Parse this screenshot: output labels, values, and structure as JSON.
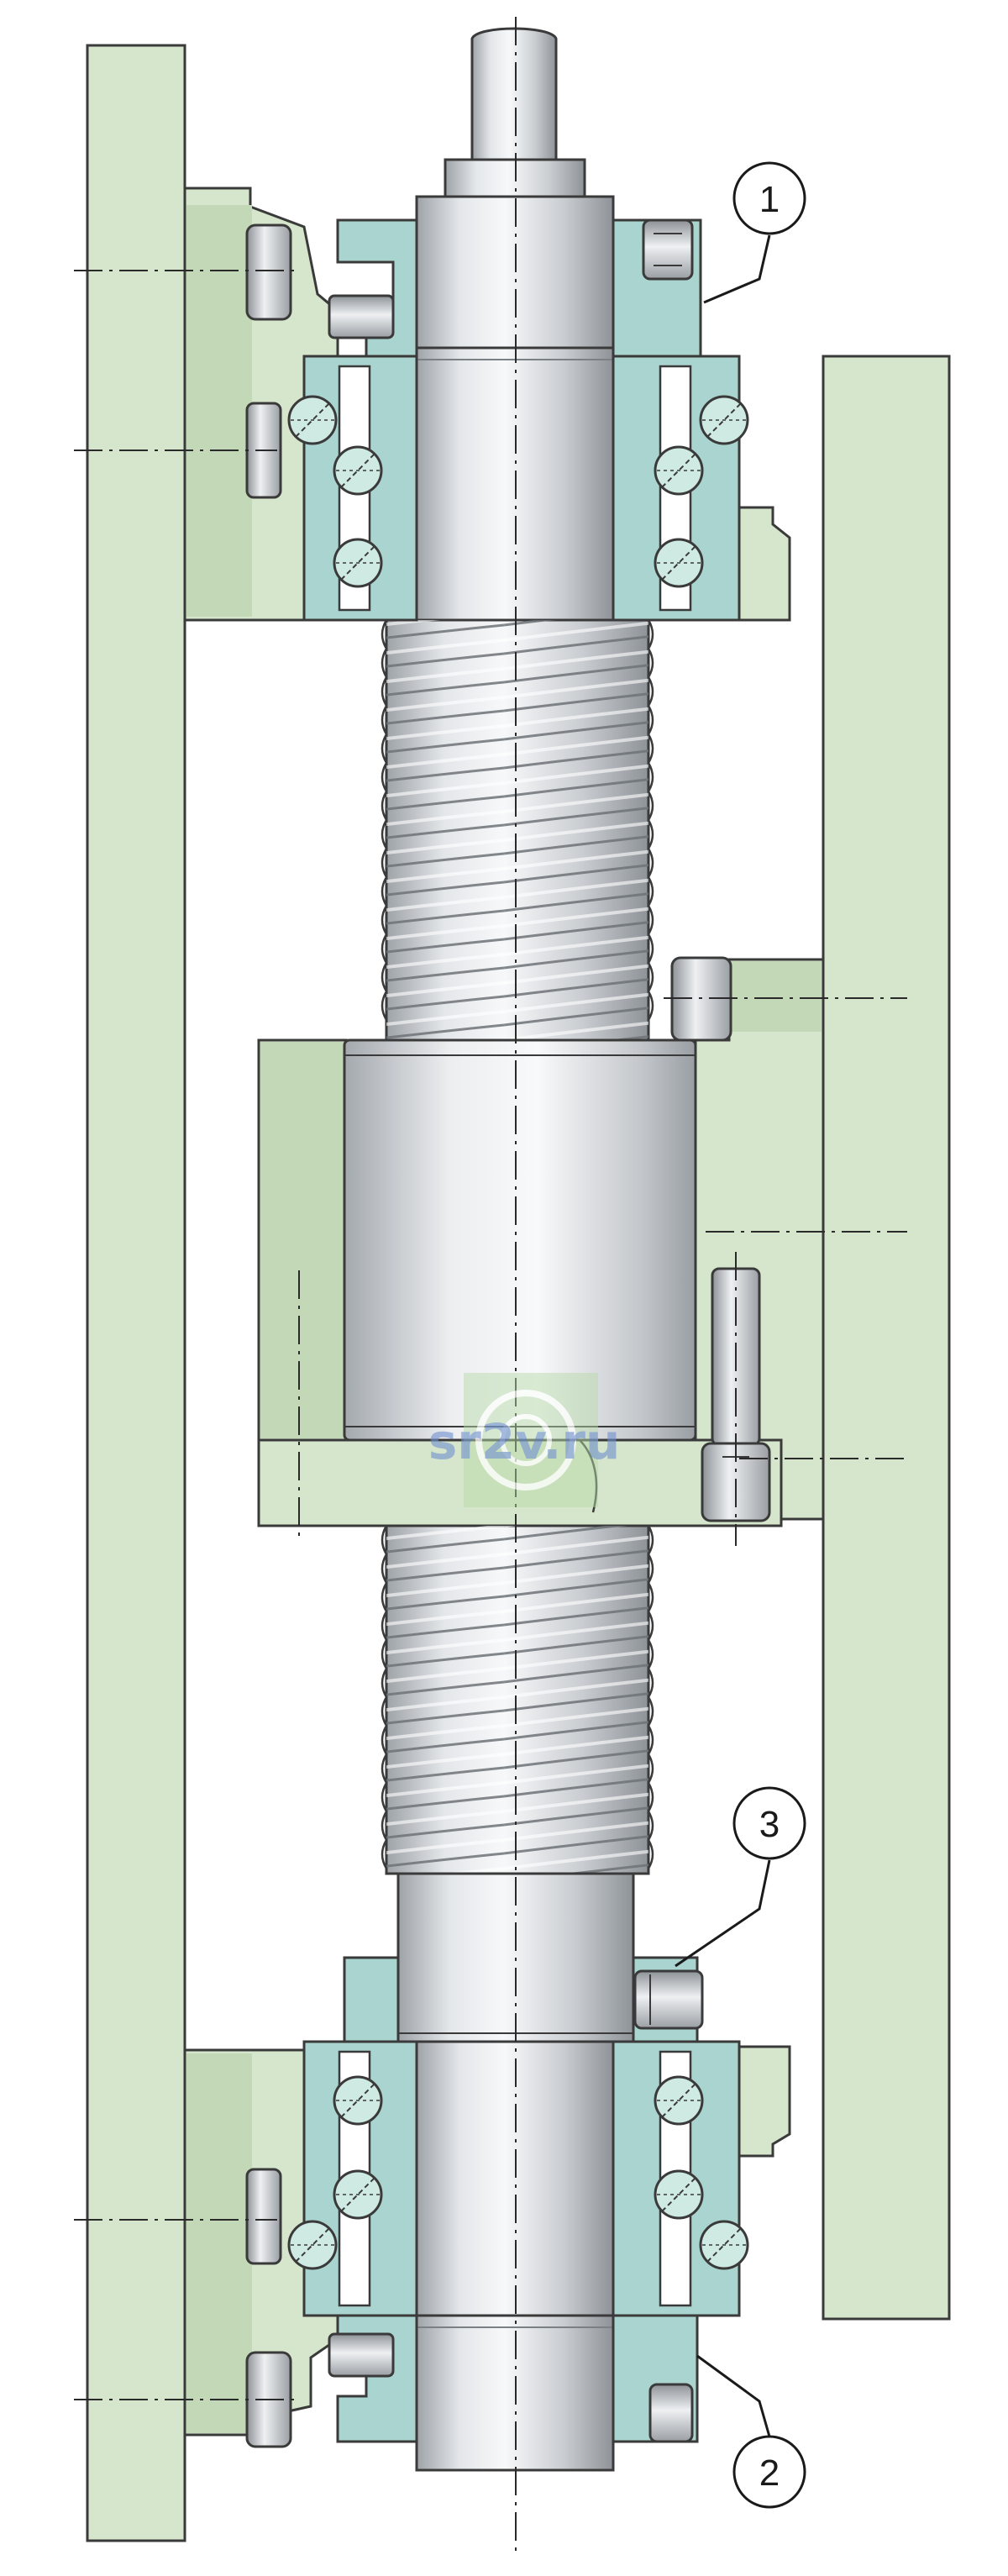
{
  "callouts": [
    {
      "label": "1"
    },
    {
      "label": "2"
    },
    {
      "label": "3"
    }
  ],
  "watermark": {
    "text": "sr2v.ru"
  },
  "colors": {
    "frame": "#d6e6cc",
    "bearing_housing": "#a9d4cf",
    "shaft": "#d9dcdf",
    "stroke": "#3a3a3a"
  }
}
